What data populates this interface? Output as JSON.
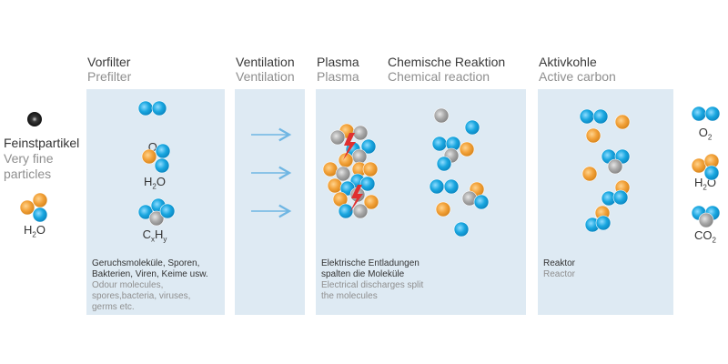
{
  "headers": {
    "prefilter": {
      "de": "Vorfilter",
      "en": "Prefilter"
    },
    "ventilation": {
      "de": "Ventilation",
      "en": "Ventilation"
    },
    "plasma": {
      "de": "Plasma",
      "en": "Plasma"
    },
    "chemical": {
      "de": "Chemische Reaktion",
      "en": "Chemical reaction"
    },
    "carbon": {
      "de": "Aktivkohle",
      "en": "Active carbon"
    }
  },
  "left": {
    "fine_de": "Feinstpartikel",
    "fine_en_1": "Very fine",
    "fine_en_2": "particles",
    "water": {
      "main": "H",
      "sub": "2",
      "tail": "O"
    }
  },
  "prefilter_molecules": [
    {
      "main": "O",
      "sub": "2",
      "tail": "",
      "sub2": ""
    },
    {
      "main": "H",
      "sub": "2",
      "tail": "O",
      "sub2": ""
    },
    {
      "main": "C",
      "sub": "x",
      "tail": "H",
      "sub2": "y"
    }
  ],
  "outputs": [
    {
      "main": "O",
      "sub": "2",
      "tail": ""
    },
    {
      "main": "H",
      "sub": "2",
      "tail": "O"
    },
    {
      "main": "CO",
      "sub": "2",
      "tail": ""
    }
  ],
  "captions": {
    "prefilter": {
      "de": [
        "Geruchsmoleküle, Sporen,",
        "Bakterien, Viren, Keime usw."
      ],
      "en": [
        "Odour molecules,",
        "spores,bacteria, viruses,",
        "germs etc."
      ]
    },
    "plasma": {
      "de": [
        "Elektrische Entladungen",
        "spalten die Moleküle"
      ],
      "en": [
        "Electrical discharges split",
        "the molecules"
      ]
    },
    "reactor": {
      "de": "Reaktor",
      "en": "Reactor"
    }
  },
  "colors": {
    "oxygen": "#1aa7e0",
    "hydrogen": "#f2a23a",
    "carbon": "#a9a9a9",
    "panel": "#deeaf3",
    "arrow": "#6fb6e3",
    "discharge": "#e03030"
  }
}
